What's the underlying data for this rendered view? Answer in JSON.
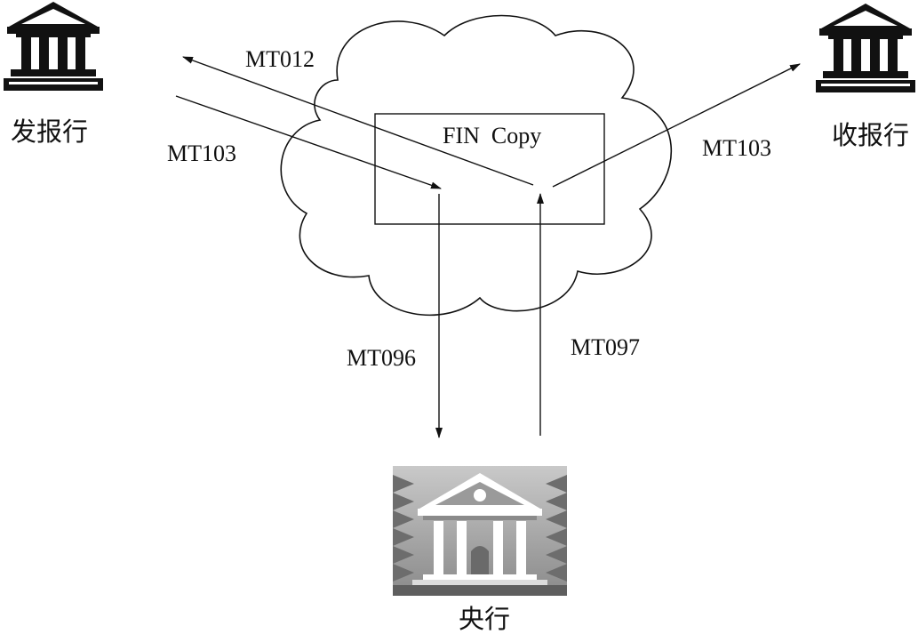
{
  "diagram": {
    "banks": {
      "sender": {
        "label": "发报行",
        "icon": "bank-building-icon"
      },
      "receiver": {
        "label": "收报行",
        "icon": "bank-building-icon"
      },
      "central": {
        "label": "央行",
        "icon": "central-bank-building-icon"
      }
    },
    "network": {
      "box_label": "FIN  Copy",
      "shape": "cloud"
    },
    "messages": {
      "mt012": "MT012",
      "mt103_in": "MT103",
      "mt103_out": "MT103",
      "mt096": "MT096",
      "mt097": "MT097"
    },
    "colors": {
      "line": "#111111",
      "background": "#ffffff",
      "icon_shade": "#7a7a7a"
    }
  }
}
